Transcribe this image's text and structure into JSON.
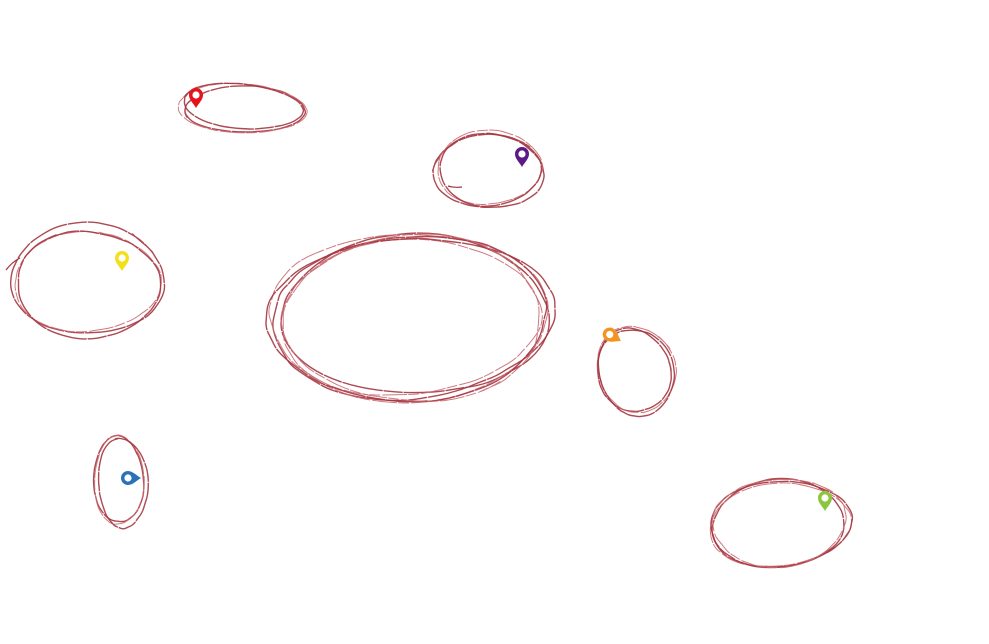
{
  "colors": {
    "scribble": "#a3353f",
    "scribble_light": "#c96a72",
    "background": "#ffffff"
  },
  "pins": [
    {
      "id": "red",
      "color": "#e3141b",
      "icon": "map-pin-icon"
    },
    {
      "id": "purple",
      "color": "#5b1a86",
      "icon": "map-pin-icon"
    },
    {
      "id": "yellow",
      "color": "#f1e01a",
      "icon": "map-pin-icon"
    },
    {
      "id": "orange",
      "color": "#f2941f",
      "icon": "map-pin-icon"
    },
    {
      "id": "blue",
      "color": "#2a72b8",
      "icon": "map-pin-icon"
    },
    {
      "id": "green",
      "color": "#8cc63e",
      "icon": "map-pin-icon"
    }
  ]
}
